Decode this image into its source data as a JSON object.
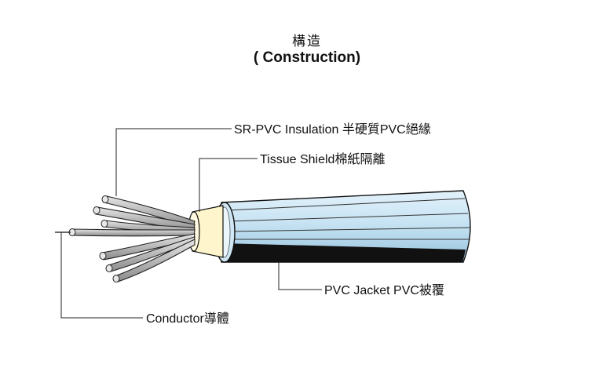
{
  "title": {
    "zh": "構造",
    "en": "( Construction)"
  },
  "labels": {
    "insulation": "SR-PVC Insulation 半硬質PVC絕緣",
    "shield": "Tissue Shield棉紙隔離",
    "jacket": "PVC Jacket PVC被覆",
    "conductor": "Conductor導體"
  },
  "colors": {
    "jacket": "#c7e3f3",
    "jacket_dark": "#111111",
    "shield": "#fff5cc",
    "insulation": "#c8c8c8",
    "leader": "#222222"
  }
}
